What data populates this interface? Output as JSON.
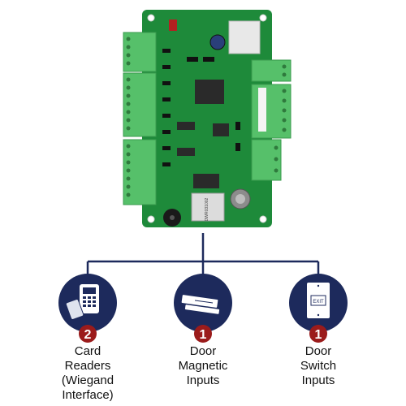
{
  "pcb": {
    "name": "access-control-board",
    "sticker_text": "DWR031002",
    "colors": {
      "board": "#1e8a3a",
      "board_dark": "#156b2b",
      "terminal": "#56c06a",
      "chip": "#2a2a2a"
    }
  },
  "connector_color": "#1d2a5c",
  "items": [
    {
      "icon": "card-reader-icon",
      "count": "2",
      "label_lines": [
        "Card",
        "Readers",
        "(Wiegand",
        "Interface)"
      ]
    },
    {
      "icon": "magnetic-lock-icon",
      "count": "1",
      "label_lines": [
        "Door",
        "Magnetic",
        "Inputs"
      ]
    },
    {
      "icon": "exit-switch-icon",
      "count": "1",
      "label_lines": [
        "Door",
        "Switch",
        "Inputs"
      ],
      "icon_text": "EXIT"
    }
  ],
  "colors": {
    "circle": "#1d2a5c",
    "badge": "#9b1b1b",
    "icon": "#ffffff"
  }
}
